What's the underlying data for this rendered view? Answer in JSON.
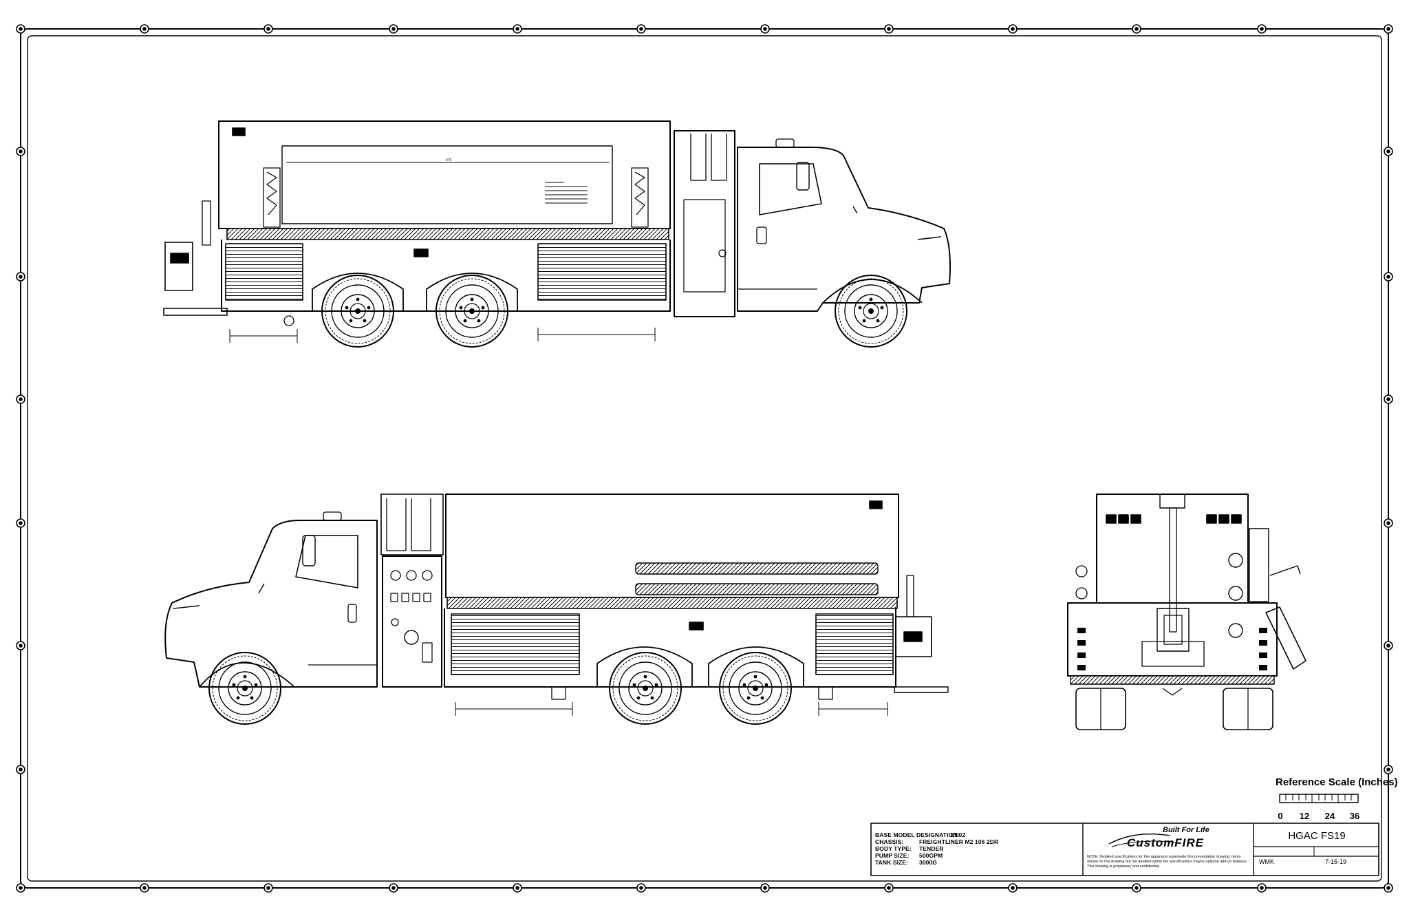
{
  "reference_scale": {
    "title": "Reference Scale (Inches)",
    "ticks": [
      "0",
      "12",
      "24",
      "36"
    ]
  },
  "title_block": {
    "specs": [
      {
        "key": "BASE MODEL DESIGNATION:",
        "value": "EE02"
      },
      {
        "key": "CHASSIS:",
        "value": "FREIGHTLINER M2 106 2DR"
      },
      {
        "key": "BODY TYPE:",
        "value": "TENDER"
      },
      {
        "key": "PUMP SIZE:",
        "value": "500GPM"
      },
      {
        "key": "TANK SIZE:",
        "value": "3000G"
      }
    ],
    "drawing_number": "HGAC FS19",
    "drawn_by": "WMK",
    "date": "7-15-19",
    "note": "NOTE: Detailed specifications for this apparatus supersede this presentation drawing. Items shown on this drawing but not detailed within the specifications maybe optional add-on features. This drawing is proprietary and confidential.",
    "brand_tagline": "Built For Life",
    "brand_name": "CustomFIRE"
  },
  "top_view_dimension": "475"
}
